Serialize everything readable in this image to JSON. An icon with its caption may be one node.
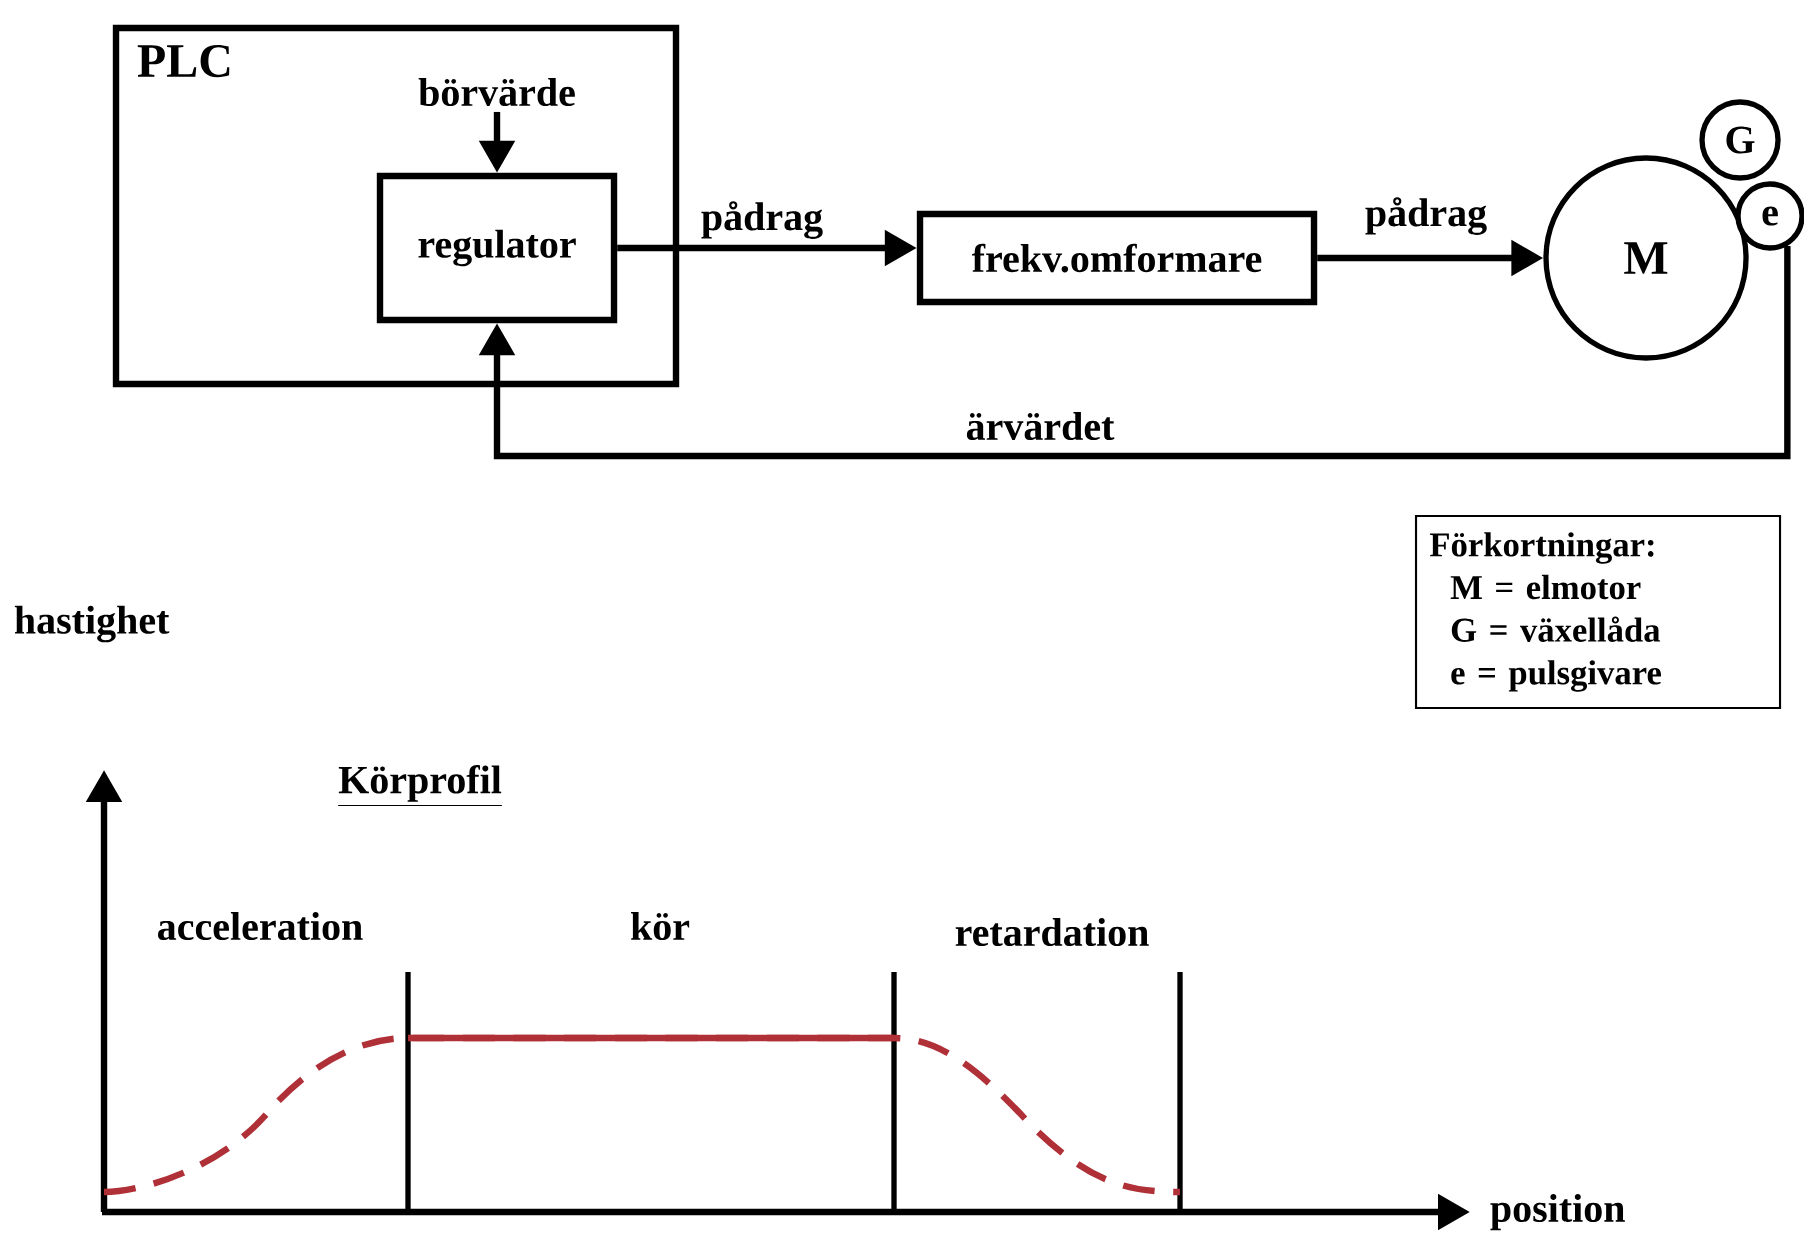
{
  "diagram": {
    "nodes": [
      {
        "text": [
          "PLC"
        ]
      },
      {
        "text": [
          "regulator"
        ],
        "in": 0
      },
      {
        "text": [
          "frekv.omformare"
        ]
      },
      {
        "text": [
          "M"
        ]
      },
      {
        "text": [
          "G"
        ]
      },
      {
        "text": [
          "e"
        ]
      },
      {
        "text": [
          "börvärde"
        ],
        "in": 0
      },
      {
        "text": [
          "Förkortningar:",
          "M = elmotor",
          "G = växellåda",
          "e = pulsgivare"
        ]
      }
    ],
    "edges": [
      {
        "from": 6,
        "to": 1,
        "arrow": "to"
      },
      {
        "from": 1,
        "to": 2,
        "arrow": "to",
        "label": "pådrag"
      },
      {
        "from": 2,
        "to": 3,
        "arrow": "to",
        "label": "pådrag"
      },
      {
        "from": 5,
        "to": 1,
        "arrow": "to",
        "label": "ärvärdet"
      }
    ],
    "labels": [
      "hastighet",
      "Körprofil",
      "acceleration",
      "kör",
      "retardation",
      "position"
    ]
  }
}
